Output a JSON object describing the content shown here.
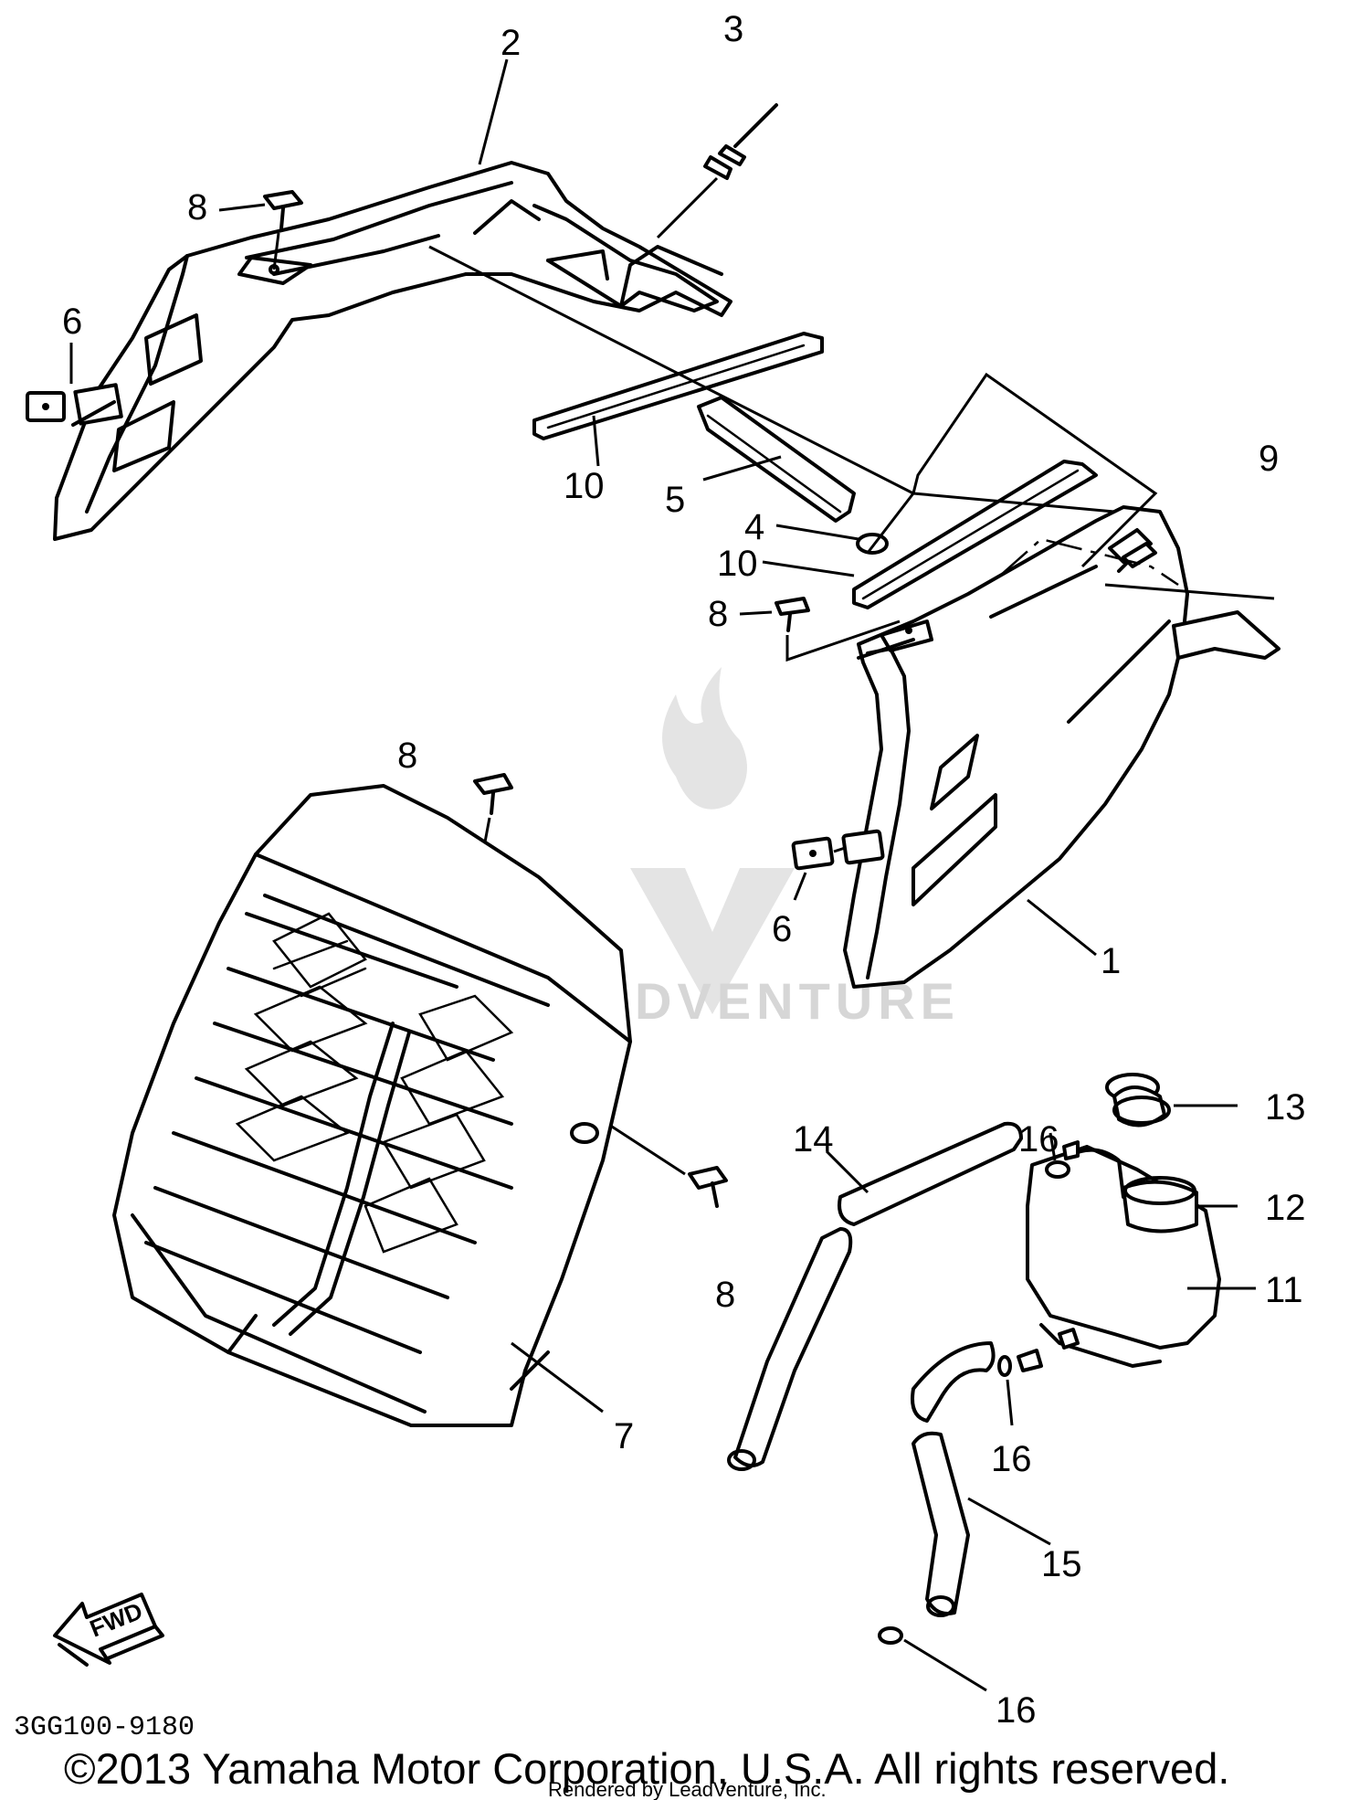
{
  "callouts": {
    "c1": "1",
    "c2": "2",
    "c3": "3",
    "c4": "4",
    "c5": "5",
    "c6a": "6",
    "c6b": "6",
    "c7": "7",
    "c8a": "8",
    "c8b": "8",
    "c8c": "8",
    "c8d": "8",
    "c9": "9",
    "c10a": "10",
    "c10b": "10",
    "c11": "11",
    "c12": "12",
    "c13": "13",
    "c14": "14",
    "c15": "15",
    "c16a": "16",
    "c16b": "16",
    "c16c": "16"
  },
  "fwd_label": "FWD",
  "diagram_code": "3GG100-9180",
  "watermark": "LEADVENTURE",
  "copyright": "©2013 Yamaha Motor Corporation, U.S.A. All rights reserved.",
  "rendered_by": "Rendered by LeadVenture, Inc.",
  "colors": {
    "line": "#000000",
    "watermark": "#d6d6d6",
    "background": "#ffffff"
  }
}
